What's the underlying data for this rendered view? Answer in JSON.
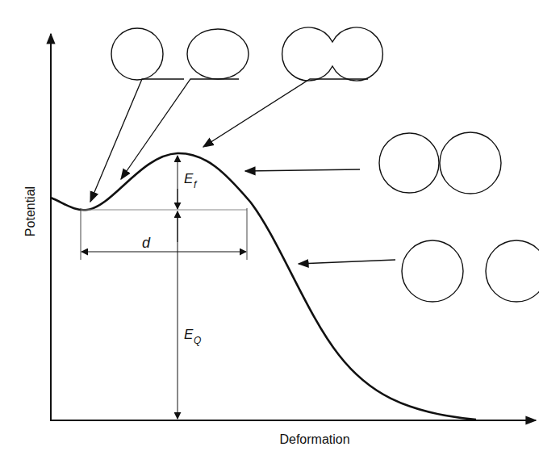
{
  "diagram": {
    "labels": [
      "Potential",
      "Deformation",
      "E",
      "f",
      "d",
      "E",
      "Q"
    ]
  }
}
